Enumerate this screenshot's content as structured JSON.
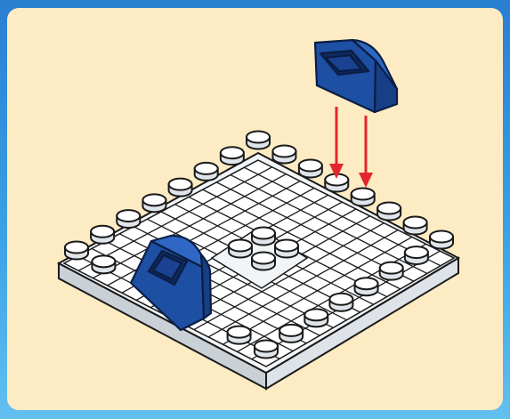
{
  "instruction_panel": {
    "background_color": "#fdebc3",
    "frame_color": "#2f8fdc",
    "baseplate": {
      "studs_per_side": 8,
      "color": "#f2f5f8"
    },
    "bricks": [
      {
        "name": "placed-slope",
        "color": "#1d4fa3"
      },
      {
        "name": "incoming-slope",
        "color": "#1d4fa3"
      }
    ],
    "arrows": {
      "count": 2,
      "color": "#e3262b",
      "icon": "arrow-down-icon"
    }
  }
}
